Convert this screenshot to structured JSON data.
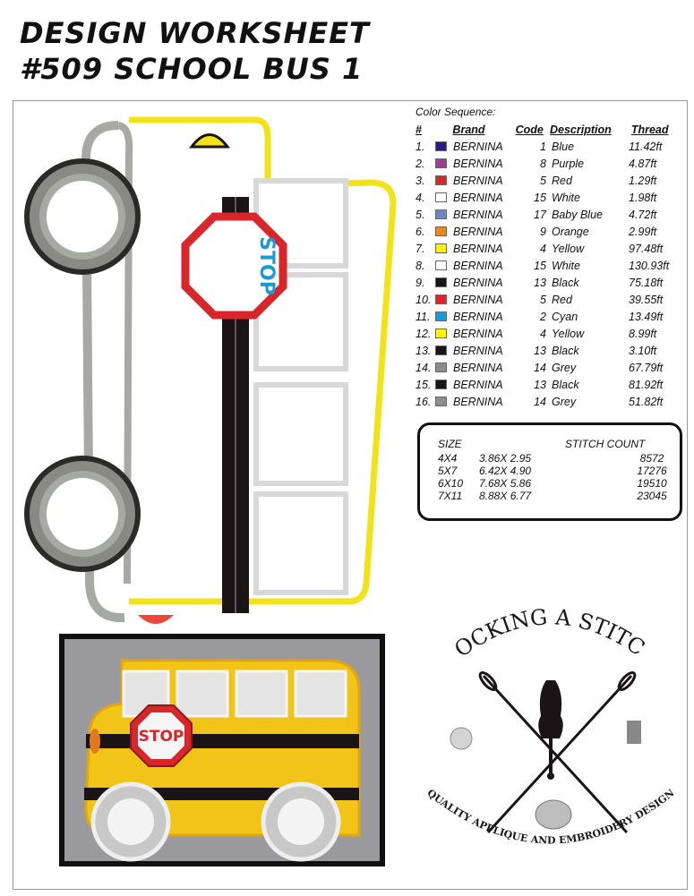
{
  "header": {
    "line1": "DESIGN WORKSHEET",
    "line2": "#509 SCHOOL BUS 1"
  },
  "embroidery": {
    "stop_text": "STOP"
  },
  "color_sequence": {
    "title": "Color Sequence:",
    "headers": {
      "num": "#",
      "brand": "Brand",
      "code": "Code",
      "description": "Description",
      "thread": "Thread"
    },
    "rows": [
      {
        "num": "1.",
        "color": "#2a1a86",
        "brand": "BERNINA",
        "code": "1",
        "desc": "Blue",
        "thread": "11.42ft"
      },
      {
        "num": "2.",
        "color": "#9c3d8e",
        "brand": "BERNINA",
        "code": "8",
        "desc": "Purple",
        "thread": "4.87ft"
      },
      {
        "num": "3.",
        "color": "#d9262a",
        "brand": "BERNINA",
        "code": "5",
        "desc": "Red",
        "thread": "1.29ft"
      },
      {
        "num": "4.",
        "color": "#ffffff",
        "brand": "BERNINA",
        "code": "15",
        "desc": "White",
        "thread": "1.98ft"
      },
      {
        "num": "5.",
        "color": "#6c86c6",
        "brand": "BERNINA",
        "code": "17",
        "desc": "Baby Blue",
        "thread": "4.72ft"
      },
      {
        "num": "6.",
        "color": "#e88a1f",
        "brand": "BERNINA",
        "code": "9",
        "desc": "Orange",
        "thread": "2.99ft"
      },
      {
        "num": "7.",
        "color": "#fff200",
        "brand": "BERNINA",
        "code": "4",
        "desc": "Yellow",
        "thread": "97.48ft"
      },
      {
        "num": "8.",
        "color": "#ffffff",
        "brand": "BERNINA",
        "code": "15",
        "desc": "White",
        "thread": "130.93ft"
      },
      {
        "num": "9.",
        "color": "#1b1416",
        "brand": "BERNINA",
        "code": "13",
        "desc": "Black",
        "thread": "75.18ft"
      },
      {
        "num": "10.",
        "color": "#d9262a",
        "brand": "BERNINA",
        "code": "5",
        "desc": "Red",
        "thread": "39.55ft"
      },
      {
        "num": "11.",
        "color": "#1c9ad6",
        "brand": "BERNINA",
        "code": "2",
        "desc": "Cyan",
        "thread": "13.49ft"
      },
      {
        "num": "12.",
        "color": "#fff200",
        "brand": "BERNINA",
        "code": "4",
        "desc": "Yellow",
        "thread": "8.99ft"
      },
      {
        "num": "13.",
        "color": "#1b1416",
        "brand": "BERNINA",
        "code": "13",
        "desc": "Black",
        "thread": "3.10ft"
      },
      {
        "num": "14.",
        "color": "#8d8d8d",
        "brand": "BERNINA",
        "code": "14",
        "desc": "Grey",
        "thread": "67.79ft"
      },
      {
        "num": "15.",
        "color": "#1b1416",
        "brand": "BERNINA",
        "code": "13",
        "desc": "Black",
        "thread": "81.92ft"
      },
      {
        "num": "16.",
        "color": "#8d8d8d",
        "brand": "BERNINA",
        "code": "14",
        "desc": "Grey",
        "thread": "51.82ft"
      }
    ]
  },
  "sizes": {
    "size_header": "SIZE",
    "stitch_header": "STITCH COUNT",
    "rows": [
      {
        "size": "4X4",
        "dims": "3.86X 2.95",
        "stitches": "8572"
      },
      {
        "size": "5X7",
        "dims": "6.42X 4.90",
        "stitches": "17276"
      },
      {
        "size": "6X10",
        "dims": "7.68X 5.86",
        "stitches": "19510"
      },
      {
        "size": "7X11",
        "dims": "8.88X 6.77",
        "stitches": "23045"
      }
    ]
  },
  "photo": {
    "stop_text": "STOP"
  },
  "logo": {
    "top_text": "ROCKING A STITCH",
    "bottom_text": "QUALITY APPLIQUE AND EMBROIDERY DESIGN"
  }
}
